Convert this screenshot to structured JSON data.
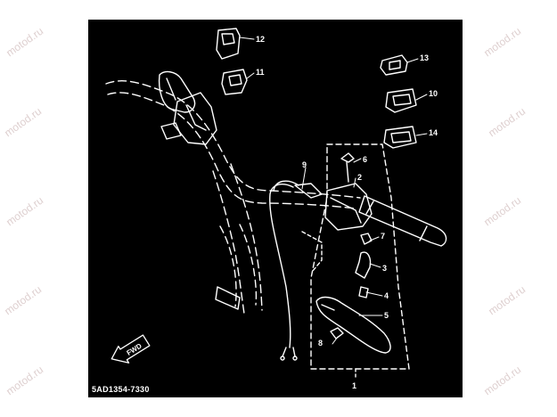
{
  "diagram": {
    "part_code": "5AD1354-7330",
    "fwd_label": "FWD",
    "watermark": "motod.ru",
    "callouts": [
      "12",
      "11",
      "13",
      "10",
      "14",
      "9",
      "6",
      "2",
      "7",
      "3",
      "4",
      "5",
      "8",
      "1"
    ]
  },
  "colors": {
    "panel": "#000000",
    "line": "#ffffff",
    "background": "#ffffff",
    "watermark": "#d9c8c8"
  }
}
